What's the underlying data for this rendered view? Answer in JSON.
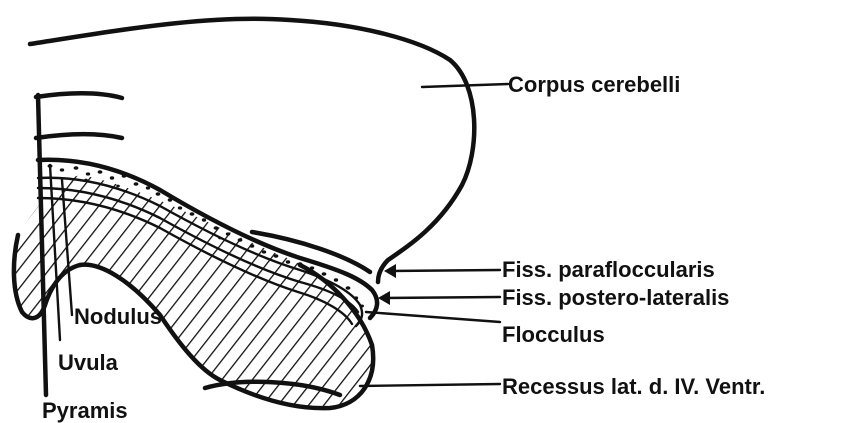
{
  "labels": {
    "corpus_cerebelli": "Corpus cerebelli",
    "fiss_parafloccularis": "Fiss. parafloccularis",
    "fiss_postero_lateralis": "Fiss. postero-lateralis",
    "flocculus": "Flocculus",
    "recessus": "Recessus lat. d. IV. Ventr.",
    "nodulus": "Nodulus",
    "uvula": "Uvula",
    "pyramis": "Pyramis"
  }
}
